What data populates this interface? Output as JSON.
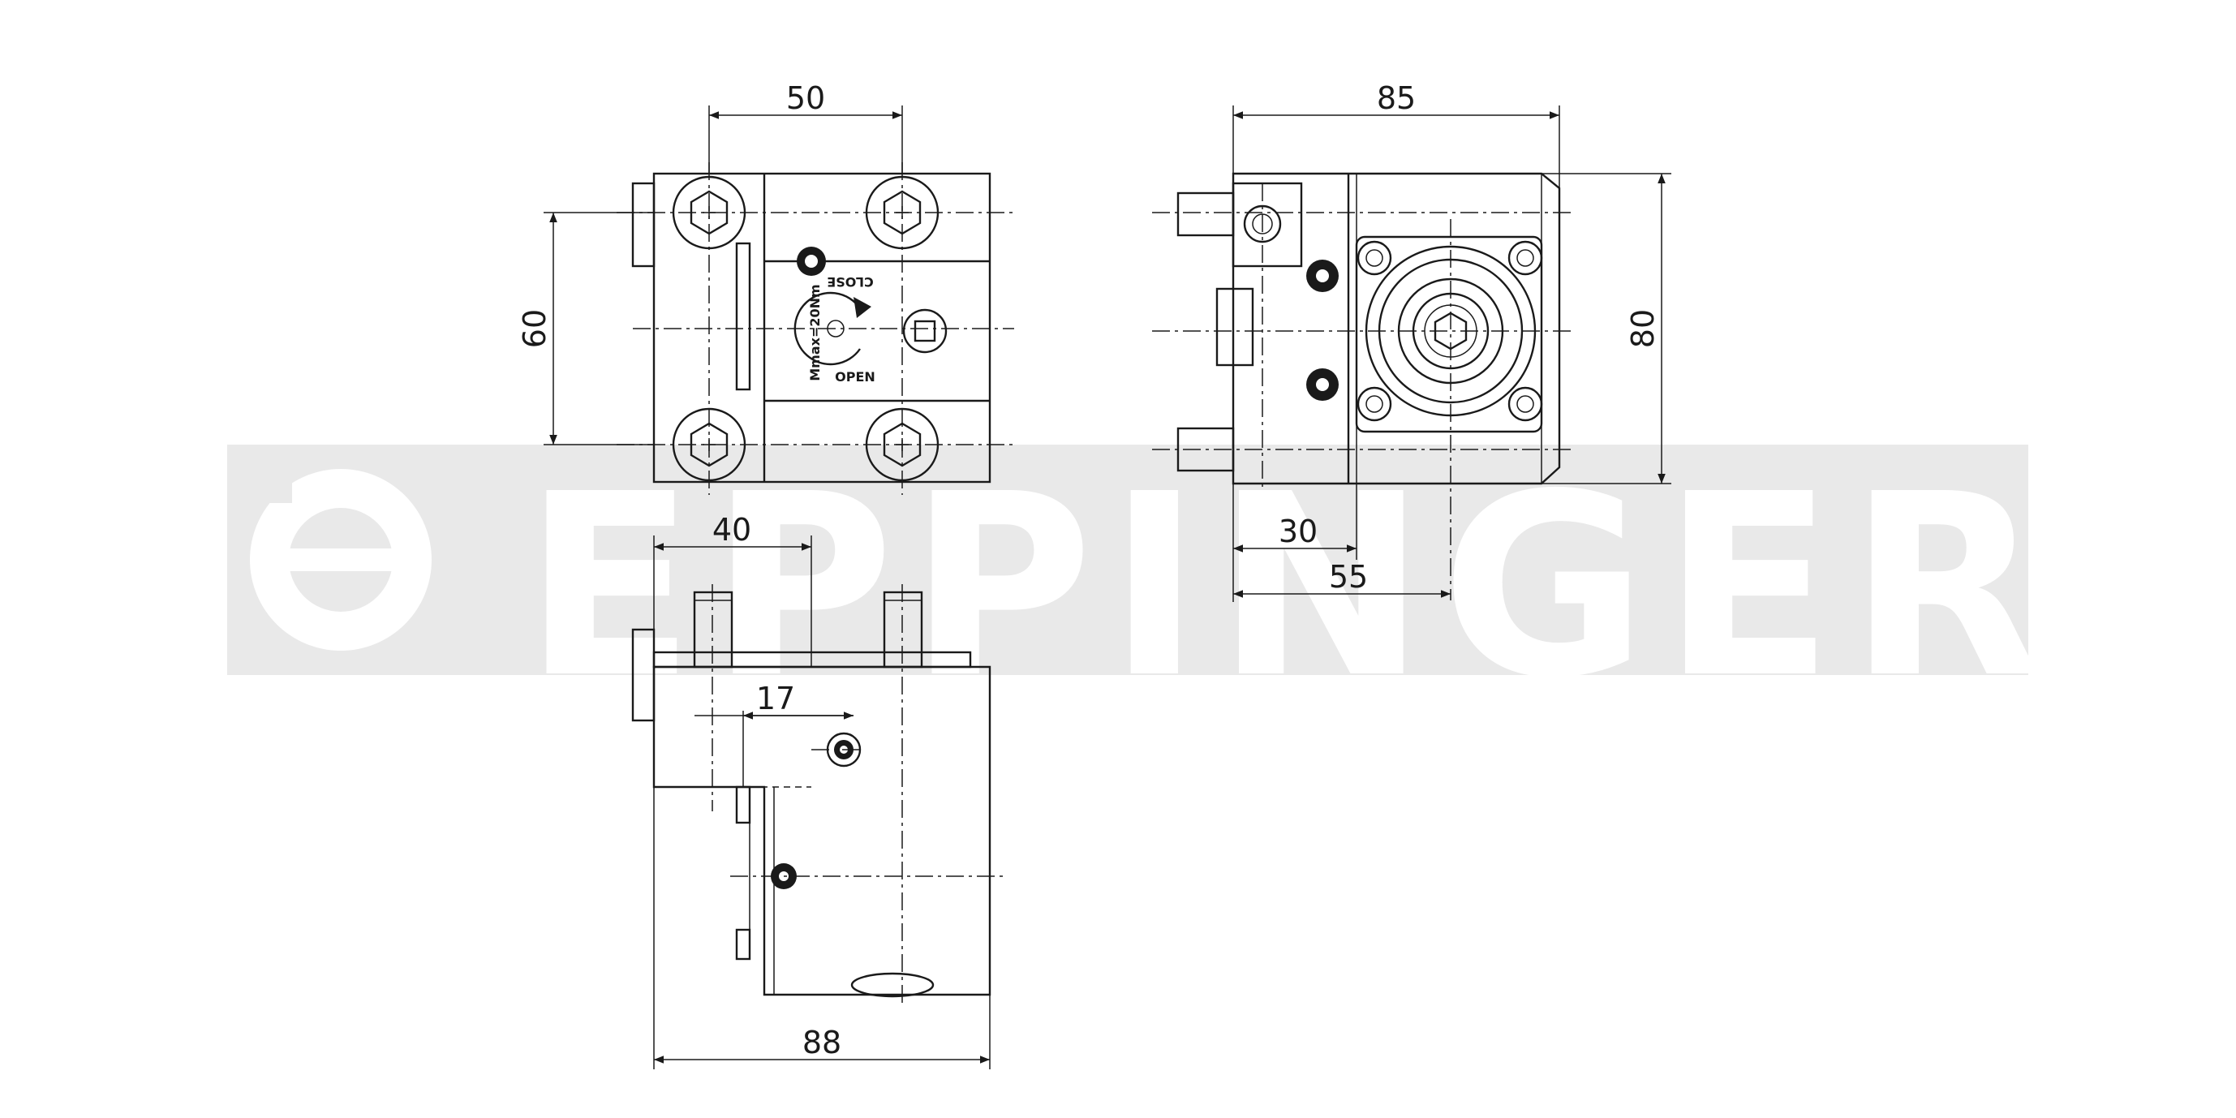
{
  "watermark": {
    "text": "EPPINGER"
  },
  "views": {
    "top": {
      "dim_width": "50",
      "dim_height": "60",
      "label_close": "CLOSE",
      "label_open": "OPEN",
      "label_torque": "Mmax=20Nm"
    },
    "side": {
      "dim_width": "85",
      "dim_height": "80",
      "dim_offset_a": "30",
      "dim_offset_b": "55"
    },
    "front": {
      "dim_top": "40",
      "dim_inner": "17",
      "dim_bottom": "88"
    }
  },
  "colors": {
    "line": "#1a1a1a",
    "watermark": "#e9e9e9",
    "background": "#ffffff"
  }
}
